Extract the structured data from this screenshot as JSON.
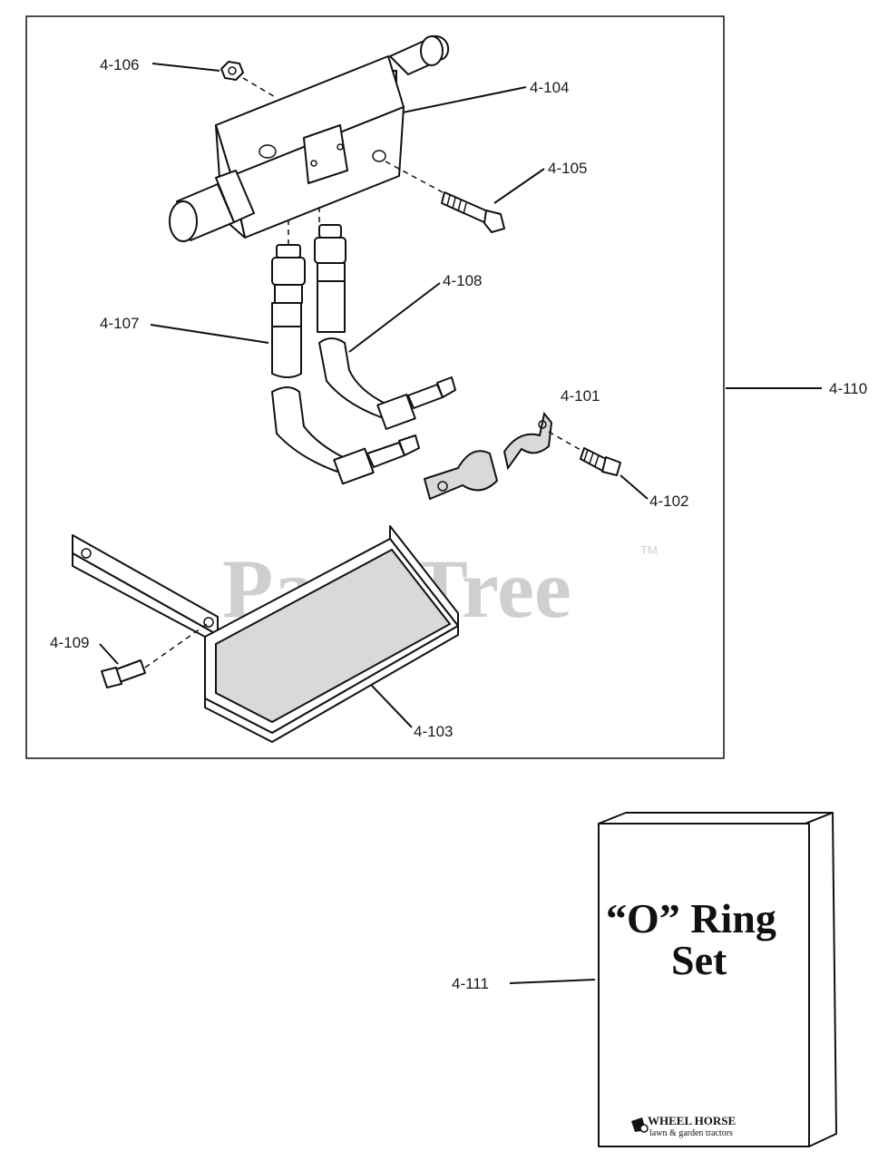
{
  "callouts": {
    "c4_106": "4-106",
    "c4_104": "4-104",
    "c4_105": "4-105",
    "c4_108": "4-108",
    "c4_107": "4-107",
    "c4_101": "4-101",
    "c4_110": "4-110",
    "c4_102": "4-102",
    "c4_109": "4-109",
    "c4_103": "4-103",
    "c4_111": "4-111"
  },
  "watermark": {
    "text": "PartsTree",
    "tm": "TM"
  },
  "box_product": {
    "title_line1": "“O” Ring",
    "title_line2": "Set",
    "brand": "WHEEL HORSE",
    "brand_sub": "lawn & garden tractors"
  },
  "colors": {
    "line": "#111111",
    "watermark": "#cfcfcf",
    "background": "#ffffff"
  }
}
